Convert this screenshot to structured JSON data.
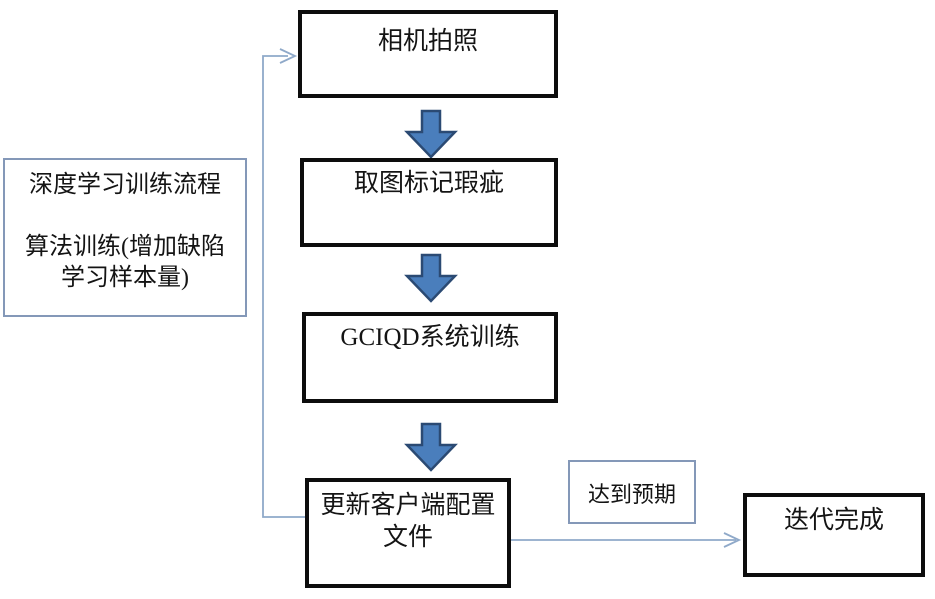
{
  "flowchart": {
    "side_note": {
      "line1": "深度学习训练流程",
      "line2": "算法训练(增加缺陷",
      "line3": "学习样本量)"
    },
    "steps": {
      "camera": "相机拍照",
      "mark_defects": "取图标记瑕疵",
      "system_training": "GCIQD系统训练",
      "update_config_line1": "更新客户端配置",
      "update_config_line2": "文件"
    },
    "branch": {
      "condition": "达到预期",
      "end": "迭代完成"
    },
    "colors": {
      "thick_box_border": "#0d0d0d",
      "thin_box_border": "#8498b8",
      "block_arrow_fill": "#4a7ebc",
      "block_arrow_border": "#2b4a73",
      "connector_line": "#8fa9c9",
      "text": "#141414",
      "background": "#ffffff"
    }
  }
}
